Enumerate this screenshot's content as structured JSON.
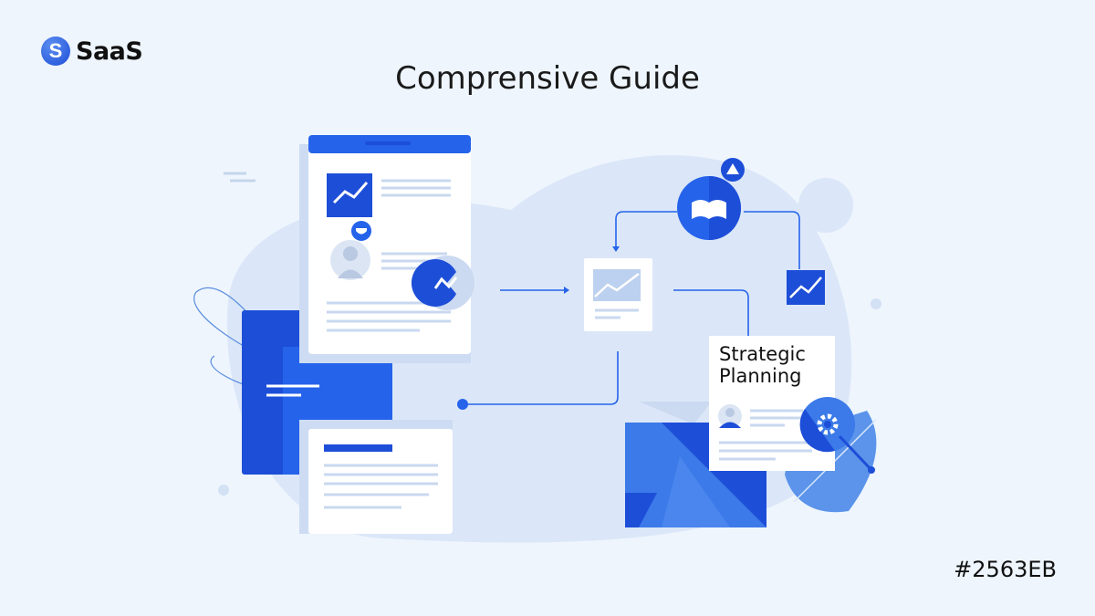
{
  "brand": {
    "logo_letter": "S",
    "name": "SaaS"
  },
  "title": "Comprensive Guide",
  "card": {
    "heading": "Strategic Planning"
  },
  "color_label": "#2563EB",
  "colors": {
    "accent": "#2563EB",
    "dark": "#1d4ed8",
    "background": "#eef5fd"
  }
}
